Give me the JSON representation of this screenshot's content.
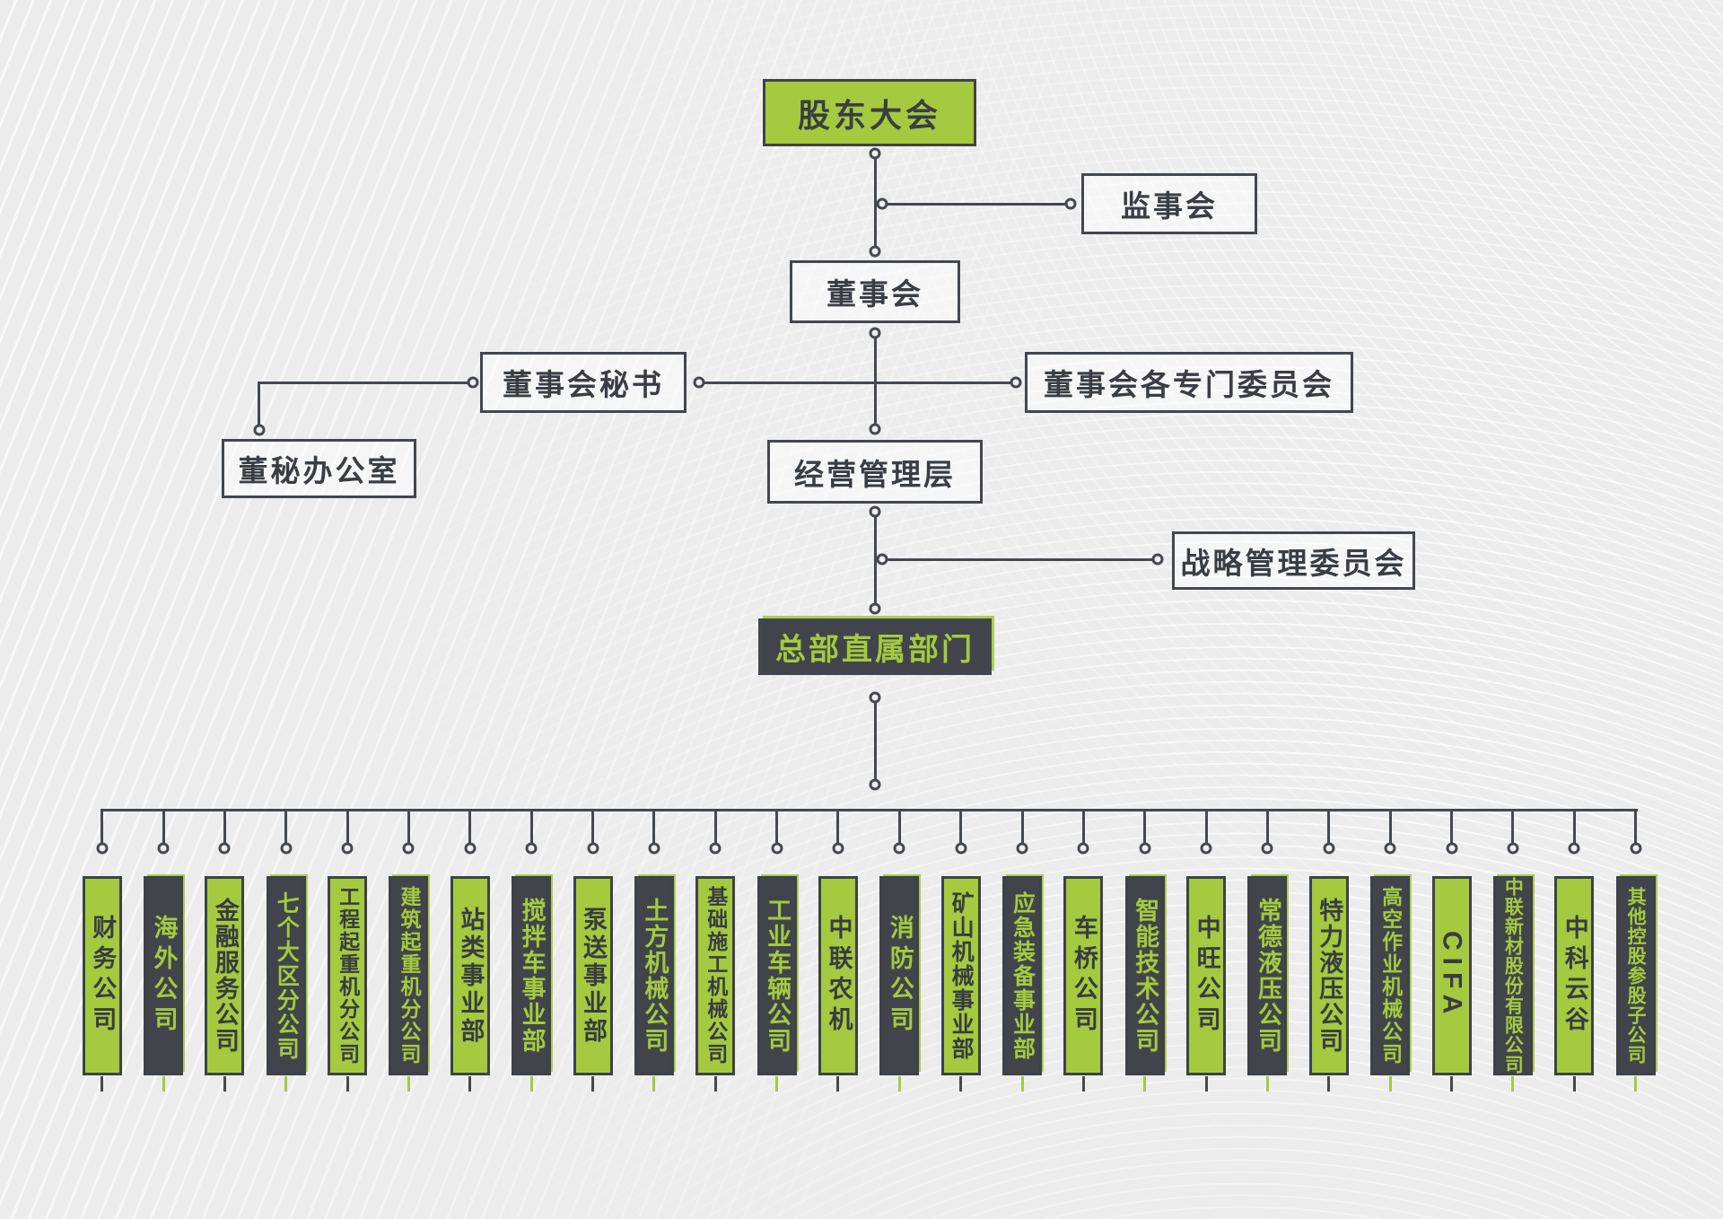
{
  "palette": {
    "accent_green": "#a5c93f",
    "accent_dark": "#41454b",
    "line_color": "#45494f",
    "background": "#ececec"
  },
  "org": {
    "shareholders": {
      "label": "股东大会"
    },
    "supervisory_board": {
      "label": "监事会"
    },
    "board": {
      "label": "董事会"
    },
    "board_secretary": {
      "label": "董事会秘书"
    },
    "board_special_committees": {
      "label": "董事会各专门委员会"
    },
    "secretary_office": {
      "label": "董秘办公室"
    },
    "management": {
      "label": "经营管理层"
    },
    "strategic_committee": {
      "label": "战略管理委员会"
    },
    "hq_departments": {
      "label": "总部直属部门"
    }
  },
  "subsidiaries": [
    {
      "label": "财务公司",
      "theme": "green"
    },
    {
      "label": "海外公司",
      "theme": "dark"
    },
    {
      "label": "金融服务公司",
      "theme": "green"
    },
    {
      "label": "七个大区分公司",
      "theme": "dark"
    },
    {
      "label": "工程起重机分公司",
      "theme": "green"
    },
    {
      "label": "建筑起重机分公司",
      "theme": "dark"
    },
    {
      "label": "站类事业部",
      "theme": "green"
    },
    {
      "label": "搅拌车事业部",
      "theme": "dark"
    },
    {
      "label": "泵送事业部",
      "theme": "green"
    },
    {
      "label": "土方机械公司",
      "theme": "dark"
    },
    {
      "label": "基础施工机械公司",
      "theme": "green"
    },
    {
      "label": "工业车辆公司",
      "theme": "dark"
    },
    {
      "label": "中联农机",
      "theme": "green"
    },
    {
      "label": "消防公司",
      "theme": "dark"
    },
    {
      "label": "矿山机械事业部",
      "theme": "green"
    },
    {
      "label": "应急装备事业部",
      "theme": "dark"
    },
    {
      "label": "车桥公司",
      "theme": "green"
    },
    {
      "label": "智能技术公司",
      "theme": "dark"
    },
    {
      "label": "中旺公司",
      "theme": "green"
    },
    {
      "label": "常德液压公司",
      "theme": "dark"
    },
    {
      "label": "特力液压公司",
      "theme": "green"
    },
    {
      "label": "高空作业机械公司",
      "theme": "dark"
    },
    {
      "label": "CIFA",
      "theme": "green"
    },
    {
      "label": "中联新材股份有限公司",
      "theme": "dark"
    },
    {
      "label": "中科云谷",
      "theme": "green"
    },
    {
      "label": "其他控股参股子公司",
      "theme": "dark"
    }
  ]
}
